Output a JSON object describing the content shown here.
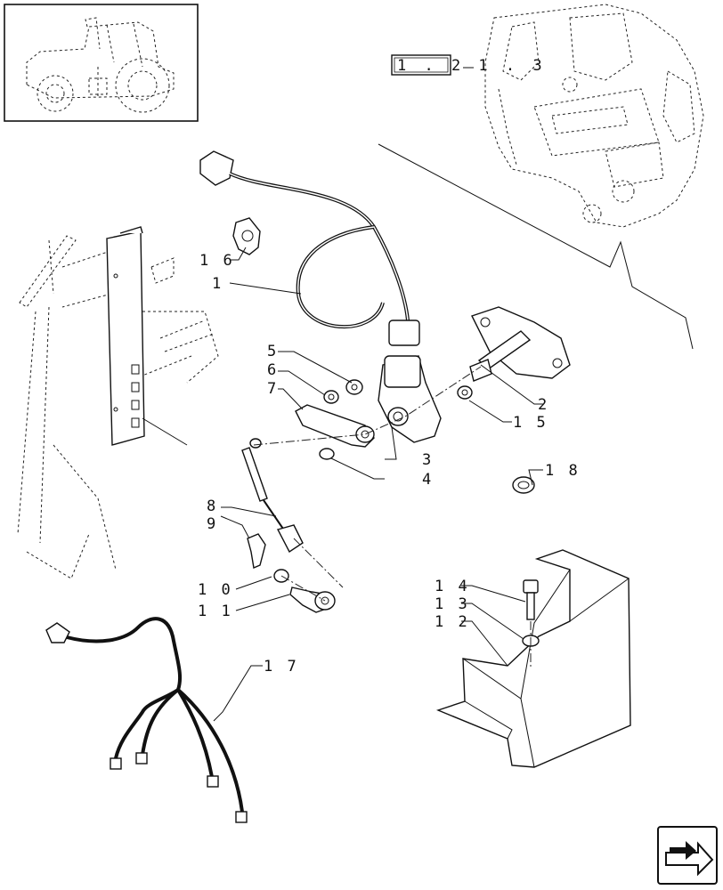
{
  "figure": {
    "reference": "1 . 2 1 . 3",
    "callouts": [
      {
        "id": "1",
        "text": "1"
      },
      {
        "id": "2",
        "text": "2"
      },
      {
        "id": "3",
        "text": "3"
      },
      {
        "id": "4",
        "text": "4"
      },
      {
        "id": "5",
        "text": "5"
      },
      {
        "id": "6",
        "text": "6"
      },
      {
        "id": "7",
        "text": "7"
      },
      {
        "id": "8",
        "text": "8"
      },
      {
        "id": "9",
        "text": "9"
      },
      {
        "id": "10",
        "text": "1 0"
      },
      {
        "id": "11",
        "text": "1 1"
      },
      {
        "id": "12",
        "text": "1 2"
      },
      {
        "id": "13",
        "text": "1 3"
      },
      {
        "id": "14",
        "text": "1 4"
      },
      {
        "id": "15",
        "text": "1 5"
      },
      {
        "id": "16",
        "text": "1 6"
      },
      {
        "id": "17",
        "text": "1 7"
      },
      {
        "id": "18",
        "text": "1 8"
      }
    ]
  },
  "icons": {
    "thumbnail": "tractor-icon",
    "navigation": "next-page-arrow-icon"
  }
}
